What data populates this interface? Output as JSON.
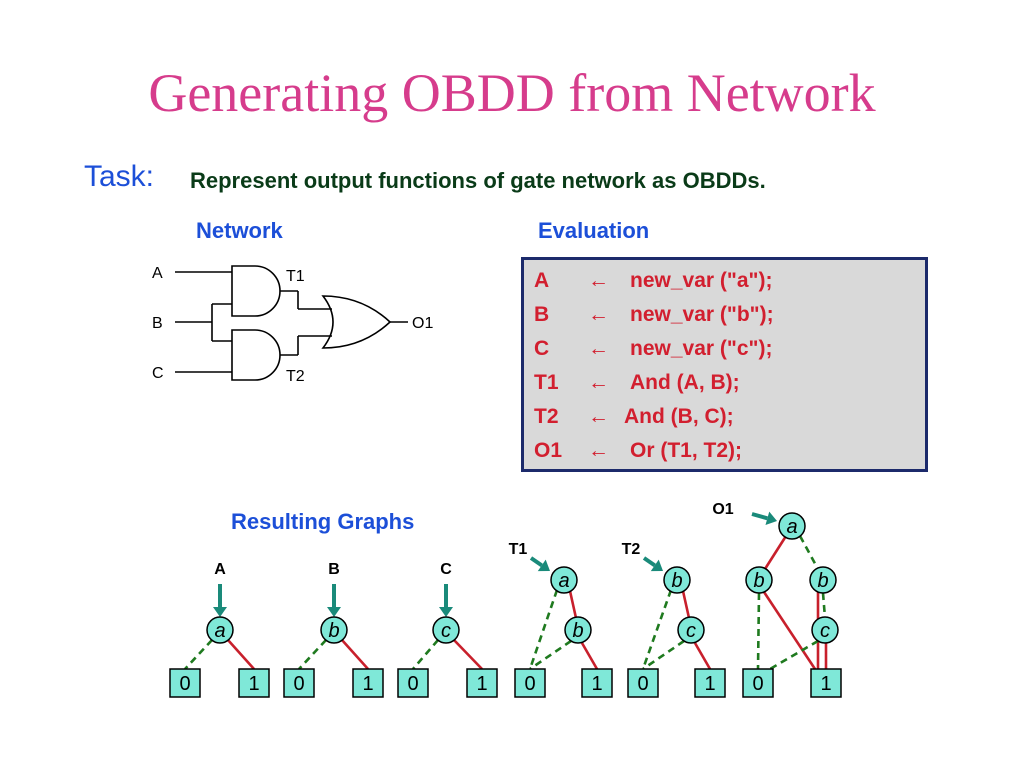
{
  "title": "Generating OBDD from Network",
  "task": {
    "label": "Task:",
    "text": "Represent output functions of gate network as OBDDs."
  },
  "network": {
    "heading": "Network",
    "inputs": [
      "A",
      "B",
      "C"
    ],
    "gate_outputs": [
      "T1",
      "T2"
    ],
    "output": "O1"
  },
  "evaluation": {
    "heading": "Evaluation",
    "arrow": "←",
    "lines": [
      {
        "var": "A",
        "expr": "new_var (\"a\");"
      },
      {
        "var": "B",
        "expr": "new_var (\"b\");"
      },
      {
        "var": "C",
        "expr": "new_var (\"c\");"
      },
      {
        "var": "T1",
        "expr": "And (A, B);"
      },
      {
        "var": "T2",
        "expr": "And (B, C);"
      },
      {
        "var": "O1",
        "expr": "Or (T1, T2);"
      }
    ]
  },
  "graphs": {
    "heading": "Resulting Graphs",
    "pointer_labels": [
      "A",
      "B",
      "C",
      "T1",
      "T2",
      "O1"
    ],
    "node_vars": {
      "a": "a",
      "b": "b",
      "c": "c"
    },
    "terminals": {
      "zero": "0",
      "one": "1"
    }
  },
  "colors": {
    "title": "#d63c8c",
    "heading": "#1c4fd8",
    "task_text": "#0a3b18",
    "eval_text": "#d21f2f",
    "node_fill": "#7fe8d8",
    "pointer": "#1a8a7a",
    "one_edge": "#c8202c",
    "zero_edge": "#1f7a1f"
  }
}
